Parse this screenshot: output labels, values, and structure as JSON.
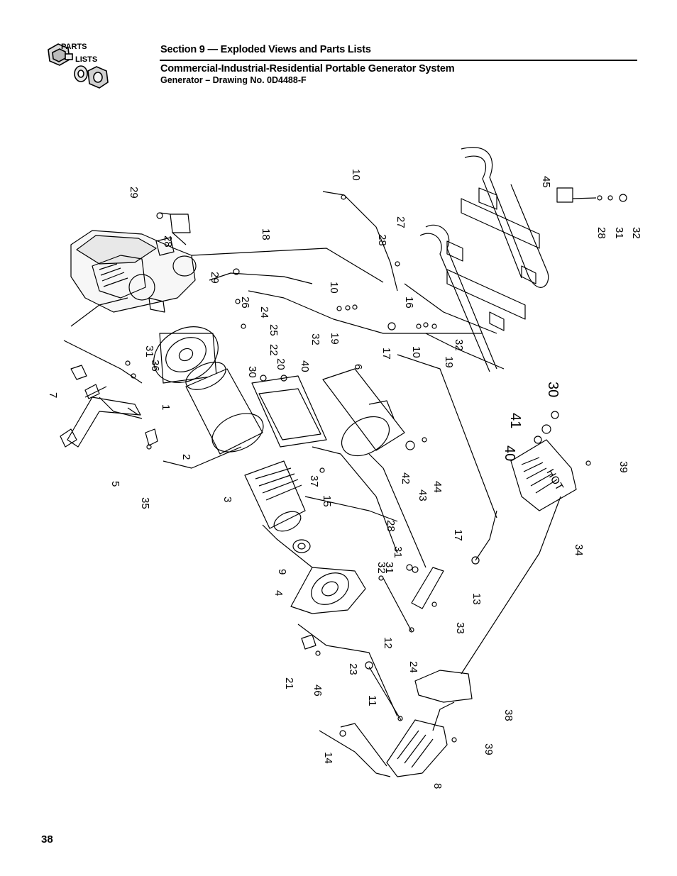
{
  "header": {
    "logo_line1": "PARTS",
    "logo_line2": "LISTS",
    "section_title": "Section 9 — Exploded Views and Parts Lists",
    "doc_title": "Commercial-Industrial-Residential Portable Generator System",
    "drawing_no": "Generator – Drawing No. 0D4488-F"
  },
  "drawing": {
    "hot_label": "HOT",
    "callouts": [
      {
        "id": "c1",
        "text": "10"
      },
      {
        "id": "c2",
        "text": "29"
      },
      {
        "id": "c3",
        "text": "28"
      },
      {
        "id": "c4",
        "text": "27"
      },
      {
        "id": "c5",
        "text": "28"
      },
      {
        "id": "c6",
        "text": "18"
      },
      {
        "id": "c7",
        "text": "29"
      },
      {
        "id": "c8",
        "text": "10"
      },
      {
        "id": "c9",
        "text": "16"
      },
      {
        "id": "c10",
        "text": "26"
      },
      {
        "id": "c11",
        "text": "24"
      },
      {
        "id": "c12",
        "text": "25"
      },
      {
        "id": "c13",
        "text": "32"
      },
      {
        "id": "c14",
        "text": "19"
      },
      {
        "id": "c15",
        "text": "22"
      },
      {
        "id": "c16",
        "text": "20"
      },
      {
        "id": "c17",
        "text": "40"
      },
      {
        "id": "c18",
        "text": "17"
      },
      {
        "id": "c19",
        "text": "10"
      },
      {
        "id": "c20",
        "text": "32"
      },
      {
        "id": "c21",
        "text": "19"
      },
      {
        "id": "c22",
        "text": "45"
      },
      {
        "id": "c23",
        "text": "28"
      },
      {
        "id": "c24",
        "text": "31"
      },
      {
        "id": "c25",
        "text": "32"
      },
      {
        "id": "c26",
        "text": "31"
      },
      {
        "id": "c27",
        "text": "36"
      },
      {
        "id": "c28",
        "text": "30"
      },
      {
        "id": "c29",
        "text": "6"
      },
      {
        "id": "c30",
        "text": "7"
      },
      {
        "id": "c31",
        "text": "1"
      },
      {
        "id": "c32",
        "text": "2"
      },
      {
        "id": "c33",
        "text": "37"
      },
      {
        "id": "c34",
        "text": "30",
        "big": true
      },
      {
        "id": "c35",
        "text": "41",
        "big": true
      },
      {
        "id": "c36",
        "text": "40",
        "big": true
      },
      {
        "id": "c37",
        "text": "42"
      },
      {
        "id": "c38",
        "text": "43"
      },
      {
        "id": "c39",
        "text": "44"
      },
      {
        "id": "c40",
        "text": "5"
      },
      {
        "id": "c41",
        "text": "35"
      },
      {
        "id": "c42",
        "text": "3"
      },
      {
        "id": "c43",
        "text": "15"
      },
      {
        "id": "c44",
        "text": "39"
      },
      {
        "id": "c45",
        "text": "28"
      },
      {
        "id": "c46",
        "text": "17"
      },
      {
        "id": "c47",
        "text": "31"
      },
      {
        "id": "c48",
        "text": "32"
      },
      {
        "id": "c49",
        "text": "31"
      },
      {
        "id": "c50",
        "text": "34"
      },
      {
        "id": "c51",
        "text": "9"
      },
      {
        "id": "c52",
        "text": "4"
      },
      {
        "id": "c53",
        "text": "13"
      },
      {
        "id": "c54",
        "text": "33"
      },
      {
        "id": "c55",
        "text": "12"
      },
      {
        "id": "c56",
        "text": "21"
      },
      {
        "id": "c57",
        "text": "46"
      },
      {
        "id": "c58",
        "text": "23"
      },
      {
        "id": "c59",
        "text": "24"
      },
      {
        "id": "c60",
        "text": "11"
      },
      {
        "id": "c61",
        "text": "38"
      },
      {
        "id": "c62",
        "text": "14"
      },
      {
        "id": "c63",
        "text": "39"
      },
      {
        "id": "c64",
        "text": "8"
      }
    ]
  },
  "footer": {
    "page_number": "38"
  }
}
